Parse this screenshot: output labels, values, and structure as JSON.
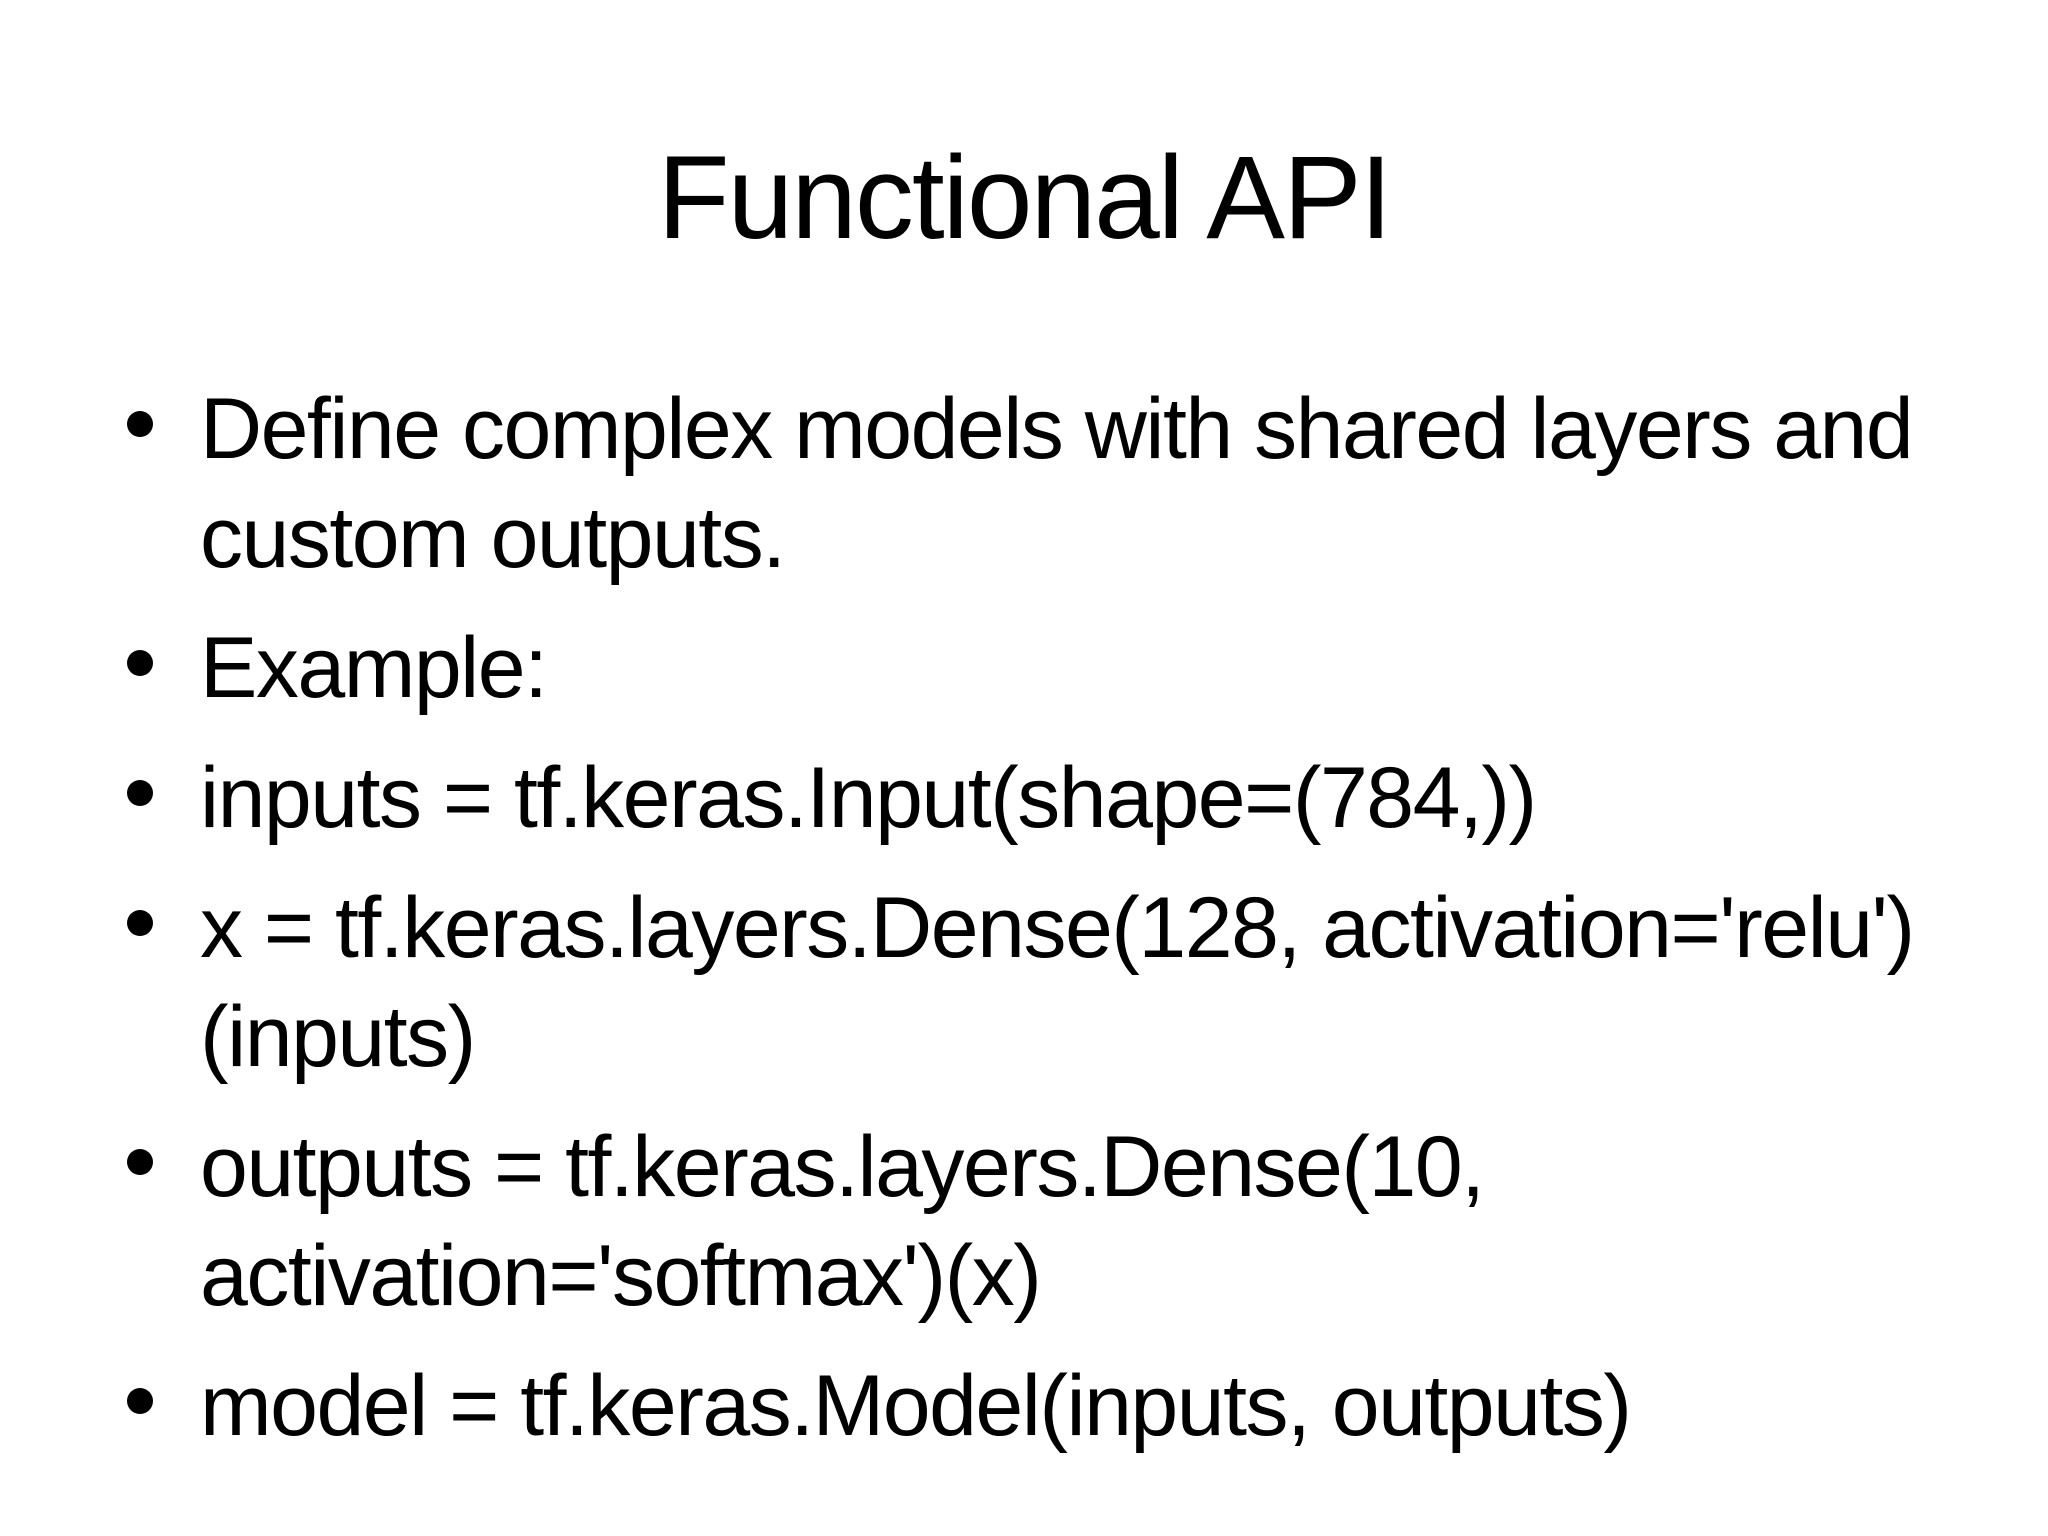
{
  "slide": {
    "title": "Functional API",
    "background_color": "#ffffff",
    "text_color": "#000000",
    "bullets": [
      {
        "text": "Define complex models with shared layers and custom outputs.",
        "lines": [
          "Define complex models with shared layers and",
          "custom outputs."
        ]
      },
      {
        "text": "Example:",
        "lines": [
          "Example:"
        ]
      },
      {
        "text": "inputs = tf.keras.Input(shape=(784,))",
        "lines": [
          "inputs = tf.keras.Input(shape=(784,))"
        ]
      },
      {
        "text": "x = tf.keras.layers.Dense(128, activation='relu')(inputs)",
        "lines": [
          "x = tf.keras.layers.Dense(128, activation='relu')",
          "(inputs)"
        ]
      },
      {
        "text": "outputs = tf.keras.layers.Dense(10, activation='softmax')(x)",
        "lines": [
          "outputs = tf.keras.layers.Dense(10,",
          "activation='softmax')(x)"
        ]
      },
      {
        "text": "model = tf.keras.Model(inputs, outputs)",
        "lines": [
          "model = tf.keras.Model(inputs, outputs)"
        ]
      }
    ]
  }
}
